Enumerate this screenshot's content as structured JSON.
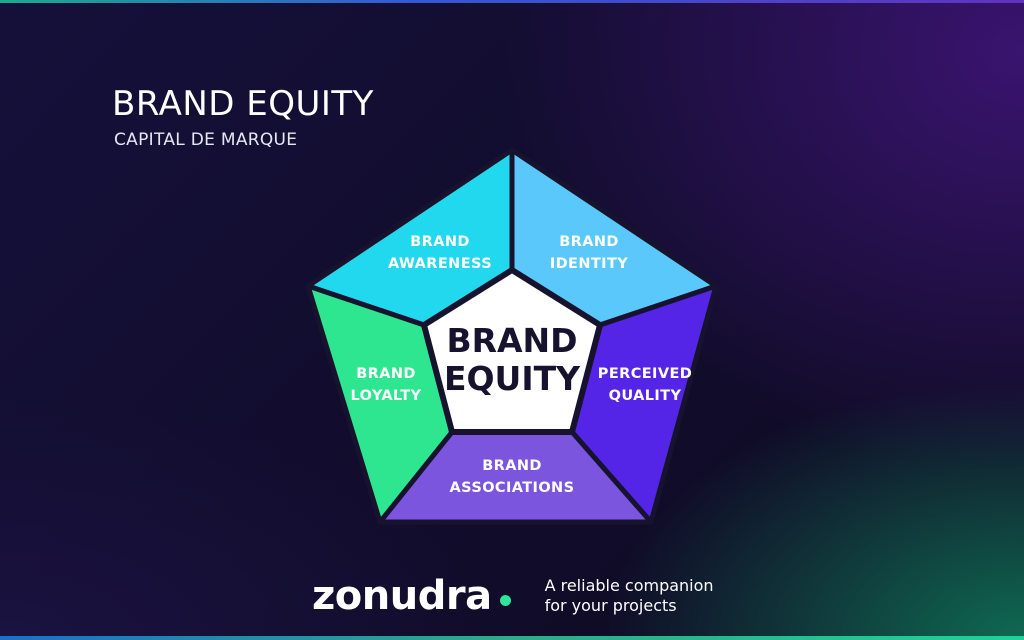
{
  "header": {
    "title": "BRAND EQUITY",
    "subtitle": "CAPITAL DE MARQUE"
  },
  "diagram": {
    "center": {
      "line1": "BRAND",
      "line2": "EQUITY",
      "color": "#ffffff"
    },
    "segments": [
      {
        "id": "awareness",
        "line1": "BRAND",
        "line2": "AWARENESS",
        "color": "#22d8ee"
      },
      {
        "id": "identity",
        "line1": "BRAND",
        "line2": "IDENTITY",
        "color": "#5ac8fa"
      },
      {
        "id": "perceived-quality",
        "line1": "PERCEIVED",
        "line2": "QUALITY",
        "color": "#5425e6"
      },
      {
        "id": "associations",
        "line1": "BRAND",
        "line2": "ASSOCIATIONS",
        "color": "#7b55de"
      },
      {
        "id": "loyalty",
        "line1": "BRAND",
        "line2": "LOYALTY",
        "color": "#2ee590"
      }
    ],
    "outline_color": "#17132e"
  },
  "footer": {
    "logo": "zonudra",
    "logo_dot_color": "#2ee59d",
    "tagline_line1": "A reliable companion",
    "tagline_line2": "for your projects"
  }
}
